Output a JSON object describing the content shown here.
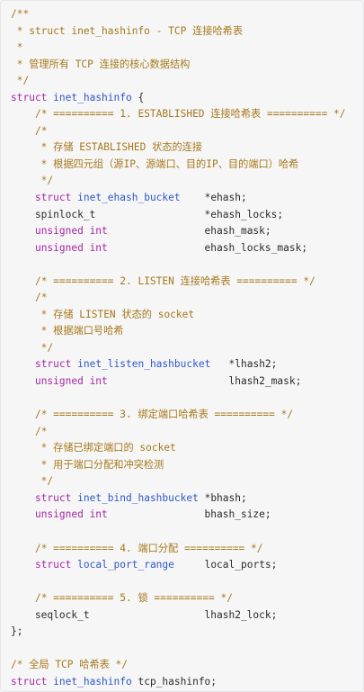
{
  "colors": {
    "background": "#f6f6f7",
    "border": "#e6e6e9",
    "comment": "#a6791b",
    "keyword": "#a626a4",
    "type": "#2f58c8",
    "text": "#2b2b2b"
  },
  "code": {
    "language": "c",
    "lines": [
      [
        {
          "t": "/**",
          "k": "comment"
        }
      ],
      [
        {
          "t": " * struct inet_hashinfo - TCP 连接哈希表",
          "k": "comment"
        }
      ],
      [
        {
          "t": " *",
          "k": "comment"
        }
      ],
      [
        {
          "t": " * 管理所有 TCP 连接的核心数据结构",
          "k": "comment"
        }
      ],
      [
        {
          "t": " */",
          "k": "comment"
        }
      ],
      [
        {
          "t": "struct",
          "k": "keyword"
        },
        {
          "t": " ",
          "k": "ident"
        },
        {
          "t": "inet_hashinfo",
          "k": "type"
        },
        {
          "t": " {",
          "k": "punct"
        }
      ],
      [
        {
          "t": "    ",
          "k": "ident"
        },
        {
          "t": "/* ========== 1. ESTABLISHED 连接哈希表 ========== */",
          "k": "comment"
        }
      ],
      [
        {
          "t": "    ",
          "k": "ident"
        },
        {
          "t": "/*",
          "k": "comment"
        }
      ],
      [
        {
          "t": "     * 存储 ESTABLISHED 状态的连接",
          "k": "comment"
        }
      ],
      [
        {
          "t": "     * 根据四元组（源IP、源端口、目的IP、目的端口）哈希",
          "k": "comment"
        }
      ],
      [
        {
          "t": "     */",
          "k": "comment"
        }
      ],
      [
        {
          "t": "    ",
          "k": "ident"
        },
        {
          "t": "struct",
          "k": "keyword"
        },
        {
          "t": " ",
          "k": "ident"
        },
        {
          "t": "inet_ehash_bucket",
          "k": "type"
        },
        {
          "t": "    *ehash;",
          "k": "ident"
        }
      ],
      [
        {
          "t": "    spinlock_t                  *ehash_locks;",
          "k": "ident"
        }
      ],
      [
        {
          "t": "    ",
          "k": "ident"
        },
        {
          "t": "unsigned int",
          "k": "keyword"
        },
        {
          "t": "                ehash_mask;",
          "k": "ident"
        }
      ],
      [
        {
          "t": "    ",
          "k": "ident"
        },
        {
          "t": "unsigned int",
          "k": "keyword"
        },
        {
          "t": "                ehash_locks_mask;",
          "k": "ident"
        }
      ],
      [],
      [
        {
          "t": "    ",
          "k": "ident"
        },
        {
          "t": "/* ========== 2. LISTEN 连接哈希表 ========== */",
          "k": "comment"
        }
      ],
      [
        {
          "t": "    ",
          "k": "ident"
        },
        {
          "t": "/*",
          "k": "comment"
        }
      ],
      [
        {
          "t": "     * 存储 LISTEN 状态的 socket",
          "k": "comment"
        }
      ],
      [
        {
          "t": "     * 根据端口号哈希",
          "k": "comment"
        }
      ],
      [
        {
          "t": "     */",
          "k": "comment"
        }
      ],
      [
        {
          "t": "    ",
          "k": "ident"
        },
        {
          "t": "struct",
          "k": "keyword"
        },
        {
          "t": " ",
          "k": "ident"
        },
        {
          "t": "inet_listen_hashbucket",
          "k": "type"
        },
        {
          "t": "   *lhash2;",
          "k": "ident"
        }
      ],
      [
        {
          "t": "    ",
          "k": "ident"
        },
        {
          "t": "unsigned int",
          "k": "keyword"
        },
        {
          "t": "                    lhash2_mask;",
          "k": "ident"
        }
      ],
      [],
      [
        {
          "t": "    ",
          "k": "ident"
        },
        {
          "t": "/* ========== 3. 绑定端口哈希表 ========== */",
          "k": "comment"
        }
      ],
      [
        {
          "t": "    ",
          "k": "ident"
        },
        {
          "t": "/*",
          "k": "comment"
        }
      ],
      [
        {
          "t": "     * 存储已绑定端口的 socket",
          "k": "comment"
        }
      ],
      [
        {
          "t": "     * 用于端口分配和冲突检测",
          "k": "comment"
        }
      ],
      [
        {
          "t": "     */",
          "k": "comment"
        }
      ],
      [
        {
          "t": "    ",
          "k": "ident"
        },
        {
          "t": "struct",
          "k": "keyword"
        },
        {
          "t": " ",
          "k": "ident"
        },
        {
          "t": "inet_bind_hashbucket",
          "k": "type"
        },
        {
          "t": " *bhash;",
          "k": "ident"
        }
      ],
      [
        {
          "t": "    ",
          "k": "ident"
        },
        {
          "t": "unsigned int",
          "k": "keyword"
        },
        {
          "t": "                bhash_size;",
          "k": "ident"
        }
      ],
      [],
      [
        {
          "t": "    ",
          "k": "ident"
        },
        {
          "t": "/* ========== 4. 端口分配 ========== */",
          "k": "comment"
        }
      ],
      [
        {
          "t": "    ",
          "k": "ident"
        },
        {
          "t": "struct",
          "k": "keyword"
        },
        {
          "t": " ",
          "k": "ident"
        },
        {
          "t": "local_port_range",
          "k": "type"
        },
        {
          "t": "     local_ports;",
          "k": "ident"
        }
      ],
      [],
      [
        {
          "t": "    ",
          "k": "ident"
        },
        {
          "t": "/* ========== 5. 锁 ========== */",
          "k": "comment"
        }
      ],
      [
        {
          "t": "    seqlock_t                   lhash2_lock;",
          "k": "ident"
        }
      ],
      [
        {
          "t": "};",
          "k": "punct"
        }
      ],
      [],
      [
        {
          "t": "/* 全局 TCP 哈希表 */",
          "k": "comment"
        }
      ],
      [
        {
          "t": "struct",
          "k": "keyword"
        },
        {
          "t": " ",
          "k": "ident"
        },
        {
          "t": "inet_hashinfo",
          "k": "type"
        },
        {
          "t": " tcp_hashinfo;",
          "k": "ident"
        }
      ]
    ]
  }
}
